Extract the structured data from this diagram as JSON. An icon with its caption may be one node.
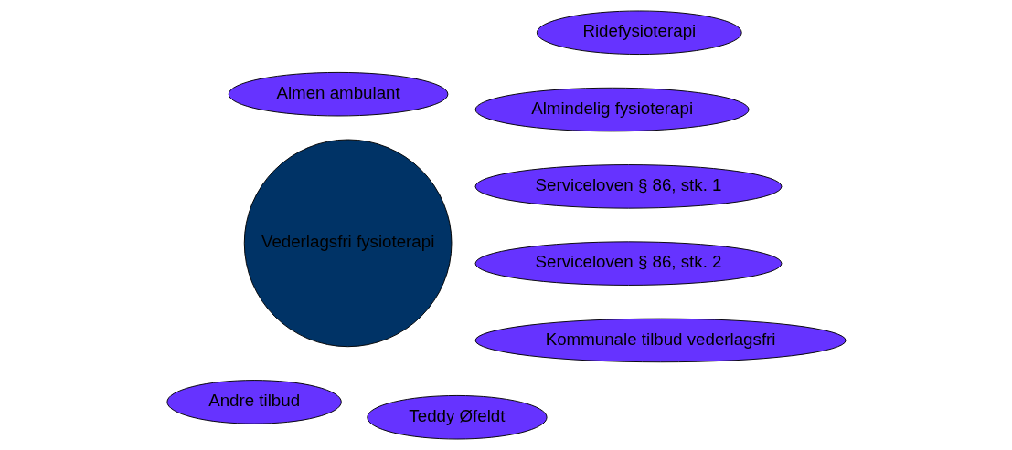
{
  "diagram": {
    "nodes": [
      {
        "text": [
          "Vederlagsfri fysioterapi"
        ]
      },
      {
        "text": [
          "Almindelig fysioterapi"
        ]
      },
      {
        "text": [
          "Kommunale tilbud vederlagsfri"
        ]
      },
      {
        "text": [
          "Andre tilbud"
        ]
      },
      {
        "text": [
          "Almen ambulant"
        ]
      },
      {
        "text": [
          "Ridefysioterapi"
        ]
      },
      {
        "text": [
          "Serviceloven § 86, stk. 2"
        ]
      },
      {
        "text": [
          "Serviceloven § 86, stk. 1"
        ]
      },
      {
        "text": [
          "Teddy Øfeldt"
        ]
      }
    ]
  }
}
